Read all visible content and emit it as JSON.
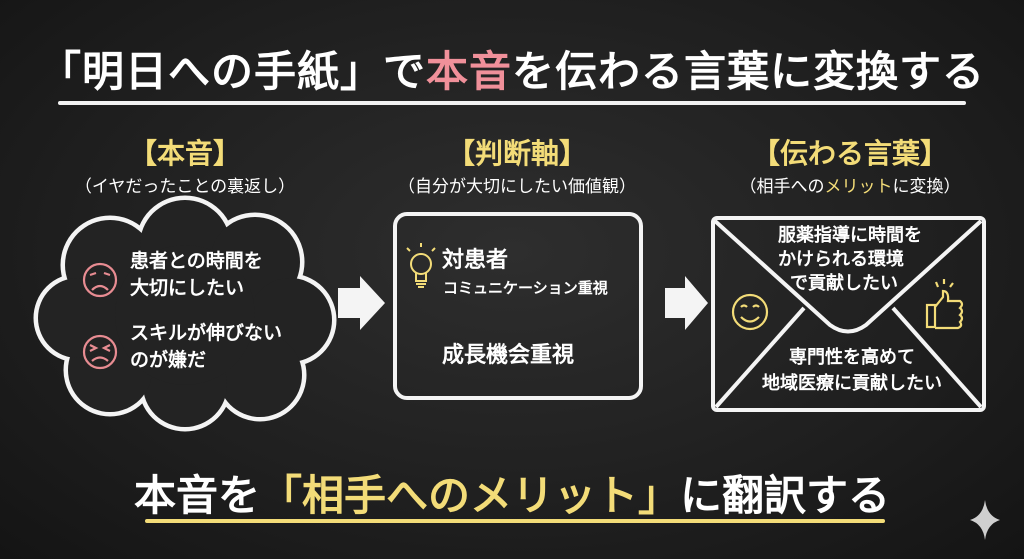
{
  "title": {
    "before": "「明日への手紙」で",
    "highlight": "本音",
    "after": "を伝わる言葉に変換する"
  },
  "columns": [
    {
      "heading": "【本音】",
      "subheading": "（イヤだったことの裏返し）",
      "items": [
        {
          "icon": "sad-face-icon",
          "line1": "患者との時間を",
          "line2": "大切にしたい"
        },
        {
          "icon": "frustrated-face-icon",
          "line1": "スキルが伸びない",
          "line2": "のが嫌だ"
        }
      ]
    },
    {
      "heading": "【判断軸】",
      "subheading": "（自分が大切にしたい価値観）",
      "items": [
        {
          "icon": "lightbulb-icon",
          "line1": "対患者",
          "line2": "コミュニケーション重視"
        },
        {
          "line1": "成長機会重視"
        }
      ]
    },
    {
      "heading": "【伝わる言葉】",
      "subheading_before": "（相手への",
      "subheading_highlight": "メリット",
      "subheading_after": "に変換）",
      "items": [
        {
          "line1": "服薬指導に時間を",
          "line2": "かけられる環境",
          "line3": "で貢献したい"
        },
        {
          "line1": "専門性を高めて",
          "line2": "地域医療に貢献したい"
        }
      ]
    }
  ],
  "bottom": {
    "before": "本音を",
    "highlight": "「相手へのメリット」",
    "after": "に翻訳する"
  },
  "colors": {
    "pink": "#f0909a",
    "yellow": "#f3dc78",
    "background": "#1f1f1f"
  }
}
